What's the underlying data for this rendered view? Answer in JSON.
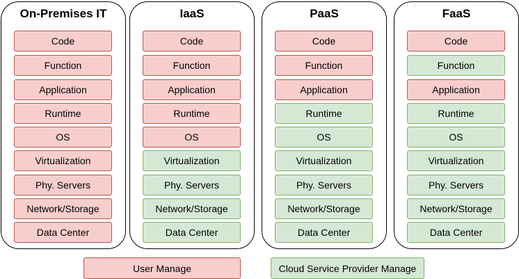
{
  "columns": [
    {
      "title": "On-Premises IT",
      "layers": [
        {
          "label": "Code",
          "managed_by": "user"
        },
        {
          "label": "Function",
          "managed_by": "user"
        },
        {
          "label": "Application",
          "managed_by": "user"
        },
        {
          "label": "Runtime",
          "managed_by": "user"
        },
        {
          "label": "OS",
          "managed_by": "user"
        },
        {
          "label": "Virtualization",
          "managed_by": "user"
        },
        {
          "label": "Phy. Servers",
          "managed_by": "user"
        },
        {
          "label": "Network/Storage",
          "managed_by": "user"
        },
        {
          "label": "Data Center",
          "managed_by": "user"
        }
      ]
    },
    {
      "title": "IaaS",
      "layers": [
        {
          "label": "Code",
          "managed_by": "user"
        },
        {
          "label": "Function",
          "managed_by": "user"
        },
        {
          "label": "Application",
          "managed_by": "user"
        },
        {
          "label": "Runtime",
          "managed_by": "user"
        },
        {
          "label": "OS",
          "managed_by": "user"
        },
        {
          "label": "Virtualization",
          "managed_by": "cloud"
        },
        {
          "label": "Phy. Servers",
          "managed_by": "cloud"
        },
        {
          "label": "Network/Storage",
          "managed_by": "cloud"
        },
        {
          "label": "Data Center",
          "managed_by": "cloud"
        }
      ]
    },
    {
      "title": "PaaS",
      "layers": [
        {
          "label": "Code",
          "managed_by": "user"
        },
        {
          "label": "Function",
          "managed_by": "user"
        },
        {
          "label": "Application",
          "managed_by": "user"
        },
        {
          "label": "Runtime",
          "managed_by": "cloud"
        },
        {
          "label": "OS",
          "managed_by": "cloud"
        },
        {
          "label": "Virtualization",
          "managed_by": "cloud"
        },
        {
          "label": "Phy. Servers",
          "managed_by": "cloud"
        },
        {
          "label": "Network/Storage",
          "managed_by": "cloud"
        },
        {
          "label": "Data Center",
          "managed_by": "cloud"
        }
      ]
    },
    {
      "title": "FaaS",
      "layers": [
        {
          "label": "Code",
          "managed_by": "user"
        },
        {
          "label": "Function",
          "managed_by": "cloud"
        },
        {
          "label": "Application",
          "managed_by": "user"
        },
        {
          "label": "Runtime",
          "managed_by": "cloud"
        },
        {
          "label": "OS",
          "managed_by": "cloud"
        },
        {
          "label": "Virtualization",
          "managed_by": "cloud"
        },
        {
          "label": "Phy. Servers",
          "managed_by": "cloud"
        },
        {
          "label": "Network/Storage",
          "managed_by": "cloud"
        },
        {
          "label": "Data Center",
          "managed_by": "cloud"
        }
      ]
    }
  ],
  "legend": {
    "user_label": "User Manage",
    "cloud_label": "Cloud Service Provider Manage"
  },
  "colors": {
    "user_fill": "#f8cecc",
    "user_border": "#b85450",
    "cloud_fill": "#d5e8d4",
    "cloud_border": "#82b366"
  }
}
